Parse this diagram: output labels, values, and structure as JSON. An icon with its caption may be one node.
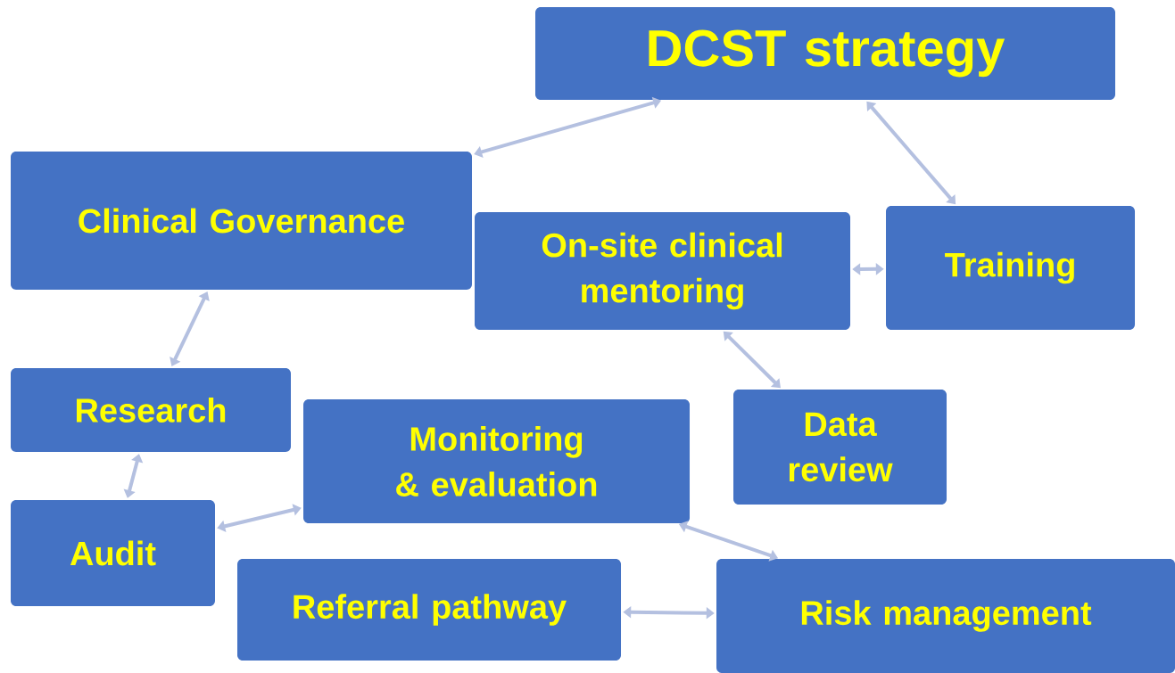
{
  "diagram": {
    "nodes": [
      {
        "text": [
          "DCST strategy"
        ]
      },
      {
        "text": [
          "Clinical Governance"
        ]
      },
      {
        "text": [
          "On-site clinical mentoring"
        ]
      },
      {
        "text": [
          "Training"
        ]
      },
      {
        "text": [
          "Research"
        ]
      },
      {
        "text": [
          "Monitoring & evaluation"
        ]
      },
      {
        "text": [
          "Data review"
        ]
      },
      {
        "text": [
          "Audit"
        ]
      },
      {
        "text": [
          "Referral pathway"
        ]
      },
      {
        "text": [
          "Risk management"
        ]
      }
    ],
    "edges": [
      {
        "from": 0,
        "to": 1,
        "arrow": "both"
      },
      {
        "from": 0,
        "to": 3,
        "arrow": "both"
      },
      {
        "from": 3,
        "to": 2,
        "arrow": "both"
      },
      {
        "from": 2,
        "to": 6,
        "arrow": "both"
      },
      {
        "from": 1,
        "to": 4,
        "arrow": "both"
      },
      {
        "from": 4,
        "to": 7,
        "arrow": "both"
      },
      {
        "from": 7,
        "to": 5,
        "arrow": "both"
      },
      {
        "from": 5,
        "to": 9,
        "arrow": "both"
      },
      {
        "from": 8,
        "to": 9,
        "arrow": "both"
      }
    ]
  }
}
